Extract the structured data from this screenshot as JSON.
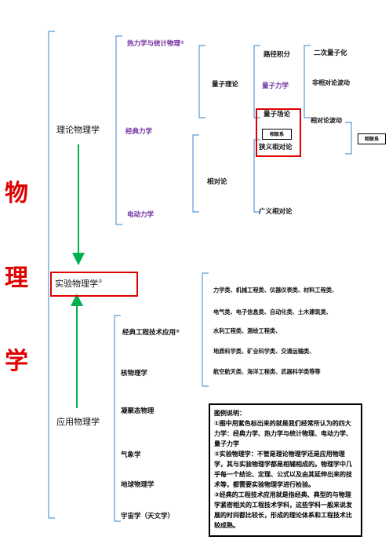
{
  "title_chars": [
    "物",
    "理",
    "学"
  ],
  "level1": {
    "theory": "理论物理学",
    "experiment": "实验物理学",
    "experiment_sup": "②",
    "applied": "应用物理学"
  },
  "theory_children": {
    "thermo": "热力学与统计物理",
    "thermo_sup": "①",
    "classical": "经典力学",
    "electro": "电动力学"
  },
  "level3": {
    "quantum_theory": "量子理论",
    "relativity": "相对论"
  },
  "level4": {
    "path_integral": "路径积分",
    "quantum_mechanics": "量子力学",
    "qft": "量子场论",
    "special_relativity": "狭义相对论",
    "general_relativity": "广义相对论",
    "related_small": "相联系"
  },
  "level5": {
    "second_quantization": "二次量子化",
    "nonrel_fluctuation": "非相对论波动",
    "rel_fluctuation": "相对论波动",
    "related_right": "相联系"
  },
  "applied_children": [
    {
      "label": "经典工程技术应用",
      "sup": "③"
    },
    {
      "label": "核物理学",
      "sup": ""
    },
    {
      "label": "凝聚态物理",
      "sup": ""
    },
    {
      "label": "气象学",
      "sup": ""
    },
    {
      "label": "地球物理学",
      "sup": ""
    },
    {
      "label": "宇宙学（天文学）",
      "sup": ""
    }
  ],
  "engineering_lines": [
    "力学类、机械工程类、仪器仪表类、材料工程类、",
    "电气类、电子信息类、自动化类、土木建筑类、",
    "水利工程类、测绘工程类、",
    "地质科学类、矿业科学类、交通运输类、",
    "航空航天类、海洋工程类、武器科学类等等"
  ],
  "legend": {
    "title": "图例说明：",
    "items": [
      "①图中用紫色标出来的就是我们经常所认为的四大力学：经典力学、热力学与统计物理、电动力学、量子力学",
      "②实验物理学：不管是理论物理学还是应用物理学，其与实验物理学都是相辅相成的。物理学中几乎每一个结论、定理、公式以及由其延伸出来的技术等，都需要实验物理学进行检验。",
      "③经典的工程技术应用就是指经典、典型的与物理学紧密相关的工程技术学科，这些学科一般来说发展的时间都比较长，形成的理论体系和工程技术比较成熟。"
    ]
  },
  "colors": {
    "title_red": "#e00000",
    "four_mechanics_purple": "#7030a0",
    "bracket_blue": "#5b9bd5",
    "arrow_green": "#00b050",
    "highlight_red": "#e00000"
  }
}
